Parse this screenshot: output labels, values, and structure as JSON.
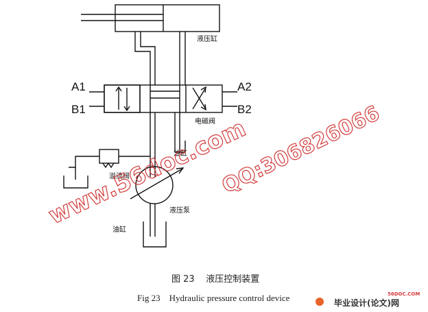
{
  "labels": {
    "cylinder": "液压缸",
    "valve": "电磁阀",
    "reliefValve": "溢流阀",
    "pump": "液压泵",
    "tank": "油缸",
    "port_a1": "A1",
    "port_b1": "B1",
    "port_a2": "A2",
    "port_b2": "B2",
    "small_label": "油缸"
  },
  "caption": {
    "cn": "图 23    液压控制装置",
    "en": "Fig 23    Hydraulic pressure control device"
  },
  "watermark": {
    "site": "www.56doc.com",
    "qq": "QQ:306826066",
    "color": "#d23a3a"
  },
  "logo": {
    "text": "毕业设计(论文)网",
    "sub": "56DOC.COM"
  }
}
